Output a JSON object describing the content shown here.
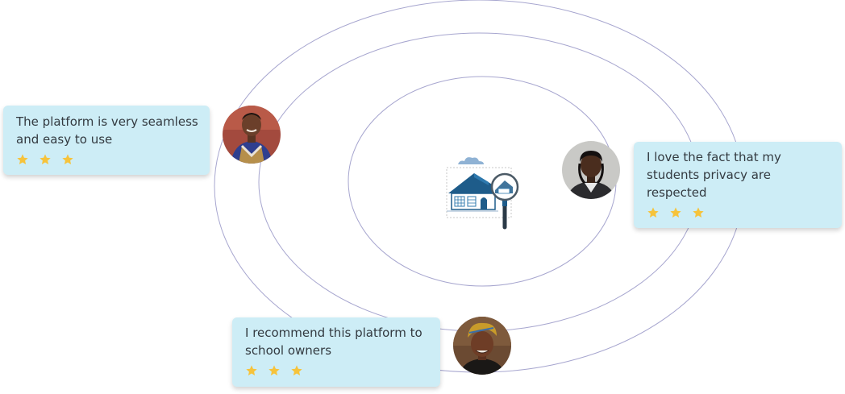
{
  "testimonials": [
    {
      "quote": "The platform is very seamless and easy to use",
      "rating": 3
    },
    {
      "quote": "I love the fact that my students privacy are respected",
      "rating": 3
    },
    {
      "quote": "I recommend this platform to school owners",
      "rating": 3
    }
  ],
  "icons": {
    "center": "school-search-icon",
    "star": "star-icon"
  },
  "colors": {
    "card_background": "#cdedf6",
    "star": "#f6c33b",
    "orbit_line": "#a7a6cf",
    "school_roof": "#1e5c8a",
    "text": "#333a40"
  }
}
